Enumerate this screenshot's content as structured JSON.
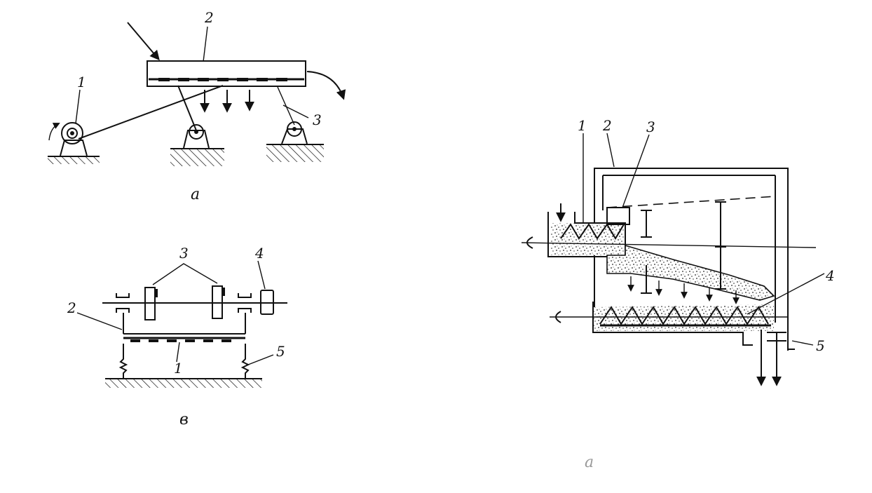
{
  "diagram": {
    "schemes": [
      {
        "id": "a",
        "caption": "а",
        "labels": [
          "1",
          "2",
          "3"
        ]
      },
      {
        "id": "b",
        "caption": "в",
        "labels": [
          "1",
          "2",
          "3",
          "4",
          "5"
        ]
      },
      {
        "id": "c",
        "caption": "а",
        "labels": [
          "1",
          "2",
          "3",
          "4",
          "5"
        ]
      }
    ]
  }
}
